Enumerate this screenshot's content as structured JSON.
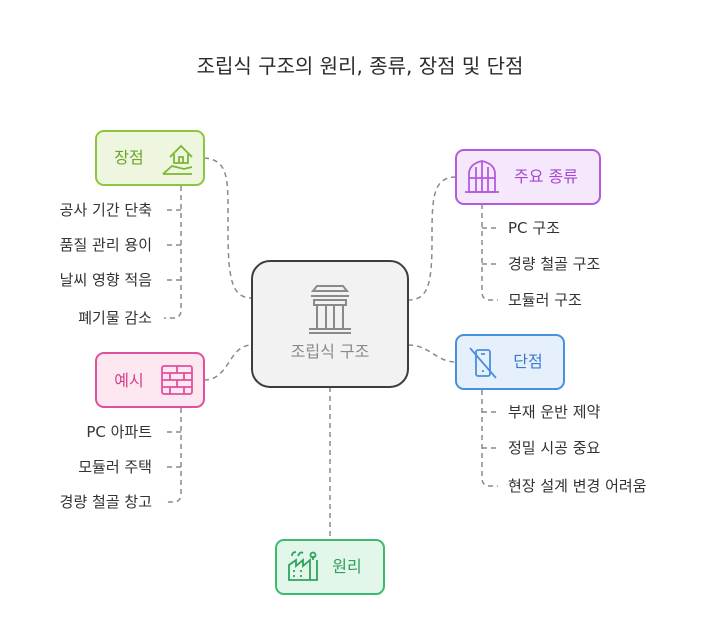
{
  "title": "조립식 구조의 원리, 종류, 장점 및 단점",
  "center": {
    "label": "조립식 구조",
    "icon": "building-columns-icon"
  },
  "branches": {
    "advantages": {
      "label": "장점",
      "icon": "house-hand-icon",
      "color": "#8cc63f",
      "items": [
        "공사 기간 단축",
        "품질 관리 용이",
        "날씨 영향 적음",
        "폐기물 감소"
      ]
    },
    "types": {
      "label": "주요 종류",
      "icon": "greenhouse-icon",
      "color": "#b45bdc",
      "items": [
        "PC 구조",
        "경량 철골 구조",
        "모듈러 구조"
      ]
    },
    "examples": {
      "label": "예시",
      "icon": "brick-wall-icon",
      "color": "#e0509d",
      "items": [
        "PC 아파트",
        "모듈러 주택",
        "경량 철골 창고"
      ]
    },
    "disadvantages": {
      "label": "단점",
      "icon": "no-mobile-icon",
      "color": "#4a8fdc",
      "items": [
        "부재 운반 제약",
        "정밀 시공 중요",
        "현장 설계 변경 어려움"
      ]
    },
    "principle": {
      "label": "원리",
      "icon": "factory-icon",
      "color": "#3cba6f"
    }
  }
}
